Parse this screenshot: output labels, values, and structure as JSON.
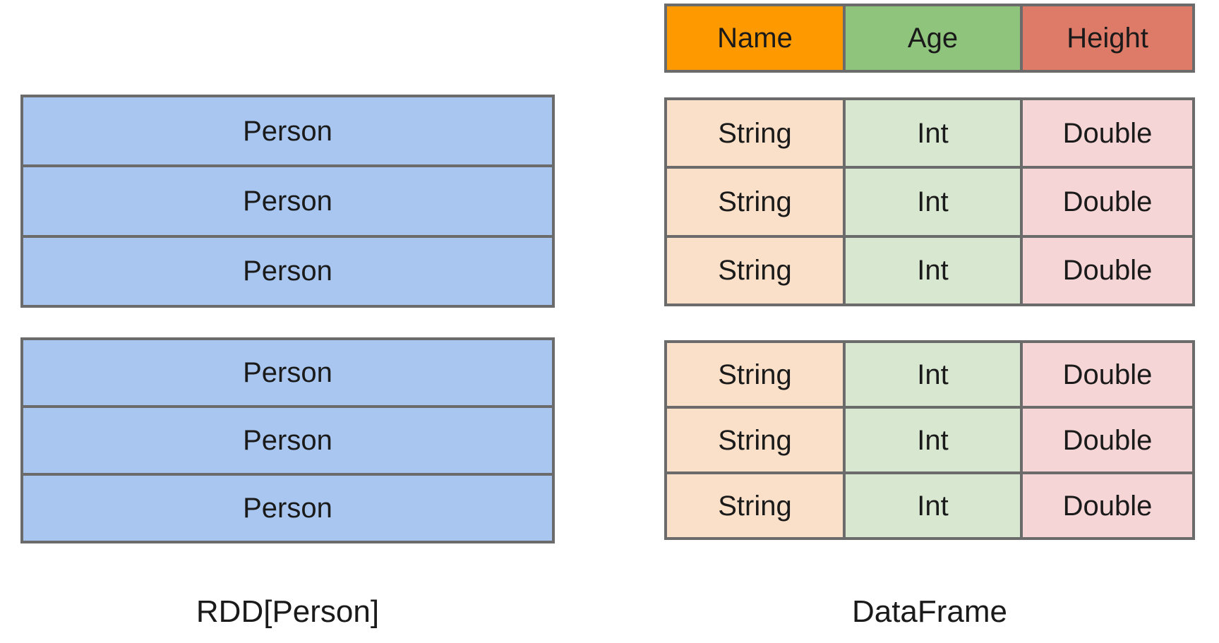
{
  "diagram": {
    "title_left": "RDD[Person]",
    "title_right": "DataFrame",
    "colors": {
      "border": "#6b6b6b",
      "rdd_row": "#a8c6f0",
      "header_name": "#ff9900",
      "header_age": "#8fc47d",
      "header_height": "#dd7a68",
      "cell_string": "#fae0c8",
      "cell_int": "#d8e8d0",
      "cell_double": "#f5d5d5",
      "background": "#ffffff",
      "text": "#1a1a1a"
    }
  },
  "rdd": {
    "label": "RDD[Person]",
    "partitions": [
      {
        "rows": [
          "Person",
          "Person",
          "Person"
        ]
      },
      {
        "rows": [
          "Person",
          "Person",
          "Person"
        ]
      }
    ]
  },
  "dataframe": {
    "label": "DataFrame",
    "columns": [
      "Name",
      "Age",
      "Height"
    ],
    "partitions": [
      {
        "rows": [
          [
            "String",
            "Int",
            "Double"
          ],
          [
            "String",
            "Int",
            "Double"
          ],
          [
            "String",
            "Int",
            "Double"
          ]
        ]
      },
      {
        "rows": [
          [
            "String",
            "Int",
            "Double"
          ],
          [
            "String",
            "Int",
            "Double"
          ],
          [
            "String",
            "Int",
            "Double"
          ]
        ]
      }
    ]
  }
}
